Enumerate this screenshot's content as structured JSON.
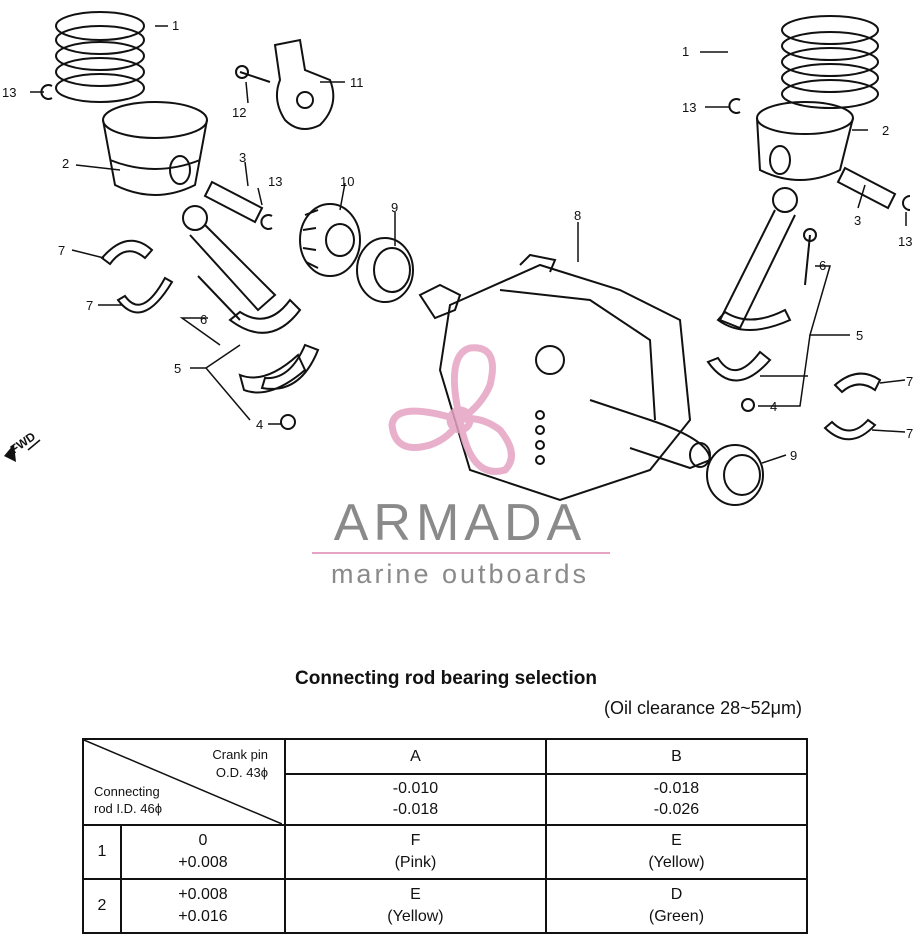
{
  "diagram": {
    "callouts": {
      "c1a": "1",
      "c1b": "1",
      "c2a": "2",
      "c2b": "2",
      "c3a": "3",
      "c3b": "3",
      "c4a": "4",
      "c4b": "4",
      "c5a": "5",
      "c5b": "5",
      "c6a": "6",
      "c6b": "6",
      "c7a": "7",
      "c7b": "7",
      "c7c": "7",
      "c7d": "7",
      "c8": "8",
      "c9a": "9",
      "c9b": "9",
      "c10": "10",
      "c11": "11",
      "c12": "12",
      "c13a": "13",
      "c13b": "13",
      "c13c": "13",
      "c13d": "13"
    },
    "fwd_label": "FWD"
  },
  "watermark": {
    "brand": "ARMADA",
    "tagline": "marine outboards",
    "pink": "#e6a3c4",
    "gray": "#8a8a8a"
  },
  "selection": {
    "title": "Connecting rod bearing selection",
    "subtitle": "(Oil clearance 28~52μm)",
    "corner_top": [
      "Crank pin",
      "O.D. 43ϕ"
    ],
    "corner_bottom": [
      "Connecting",
      "rod I.D. 46ϕ"
    ],
    "columns": [
      {
        "code": "A",
        "range": [
          "-0.010",
          "-0.018"
        ]
      },
      {
        "code": "B",
        "range": [
          "-0.018",
          "-0.026"
        ]
      }
    ],
    "rows": [
      {
        "code": "1",
        "range": [
          "0",
          "+0.008"
        ],
        "cells": [
          {
            "letter": "F",
            "color": "(Pink)"
          },
          {
            "letter": "E",
            "color": "(Yellow)"
          }
        ]
      },
      {
        "code": "2",
        "range": [
          "+0.008",
          "+0.016"
        ],
        "cells": [
          {
            "letter": "E",
            "color": "(Yellow)"
          },
          {
            "letter": "D",
            "color": "(Green)"
          }
        ]
      }
    ]
  }
}
